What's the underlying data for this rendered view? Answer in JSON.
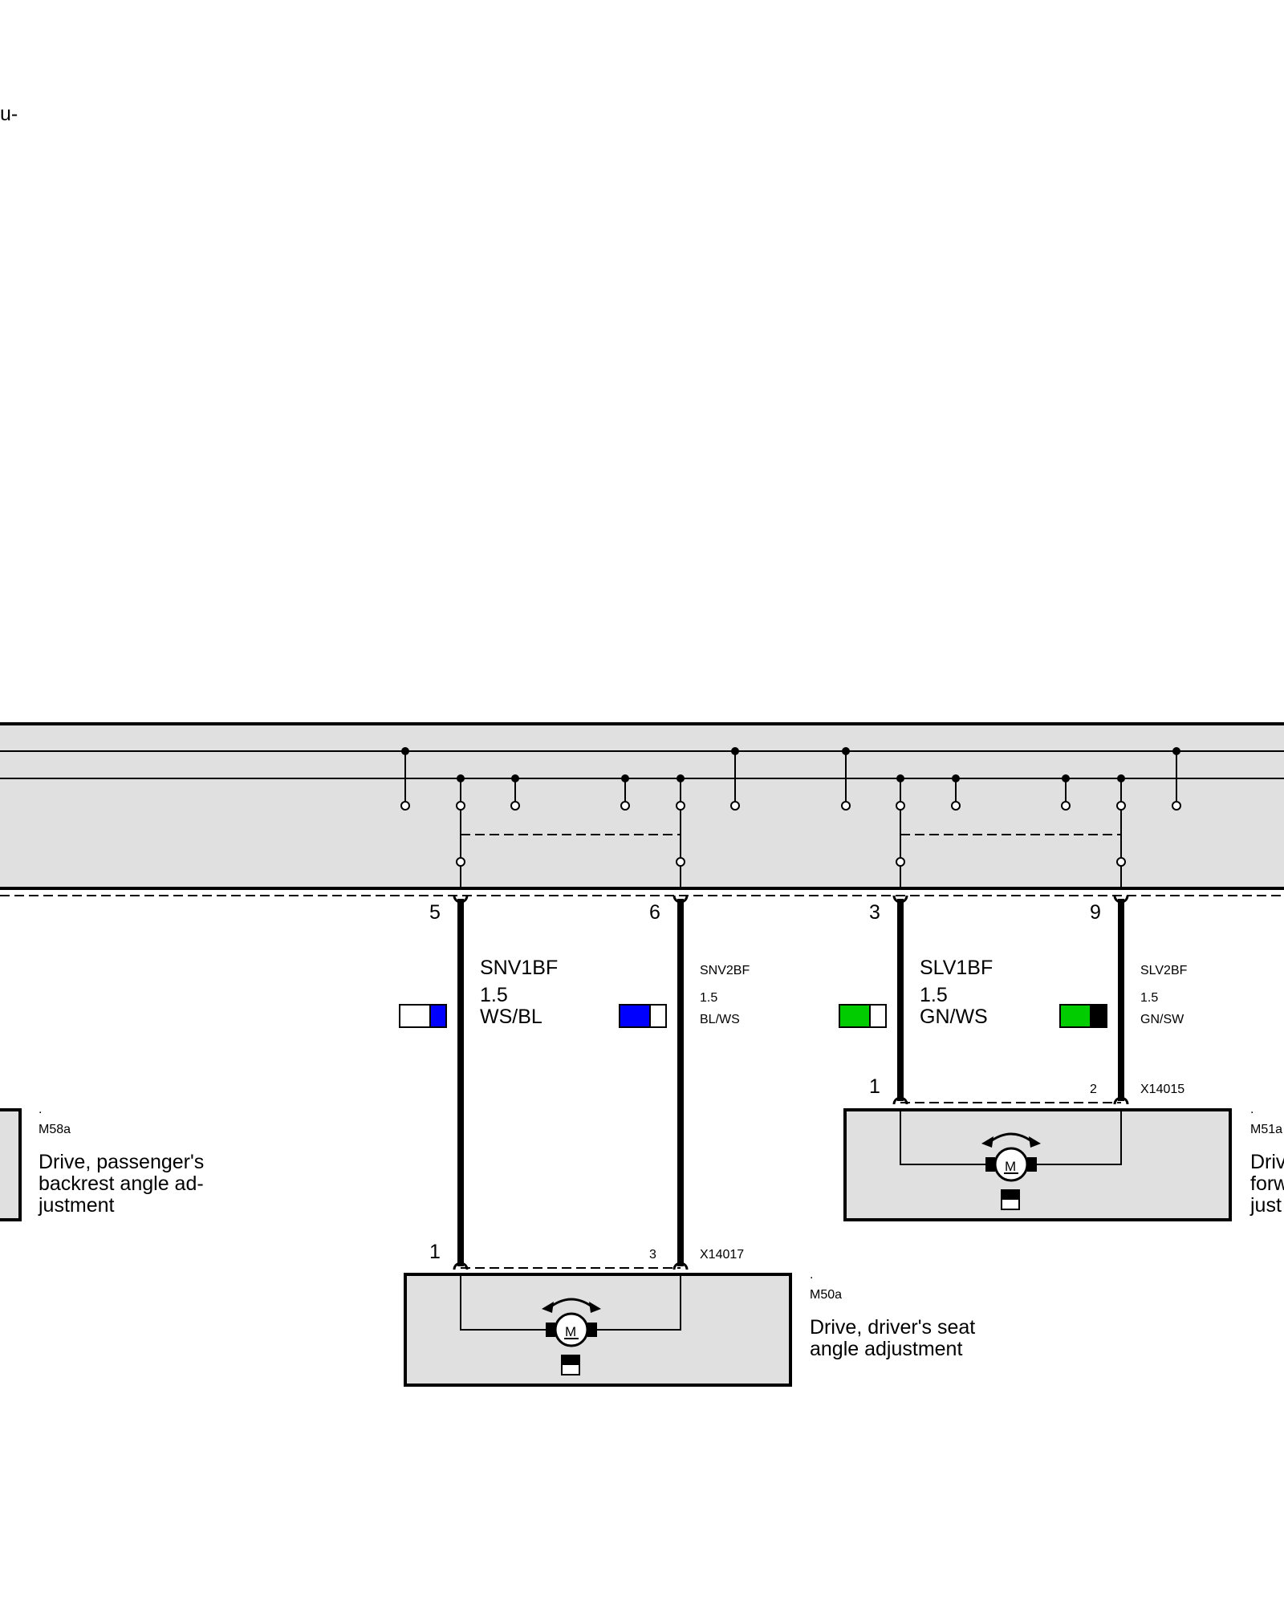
{
  "top_fragment": "u-",
  "module_wires": [
    {
      "pin": "5",
      "code": "SNV1BF",
      "size": "1.5",
      "color": "WS/BL",
      "swatch": [
        "#ffffff",
        "#0000ff"
      ],
      "emphasized": true
    },
    {
      "pin": "6",
      "code": "SNV2BF",
      "size": "1.5",
      "color": "BL/WS",
      "swatch": [
        "#0000ff",
        "#ffffff"
      ],
      "emphasized": false
    },
    {
      "pin": "3",
      "code": "SLV1BF",
      "size": "1.5",
      "color": "GN/WS",
      "swatch": [
        "#00cc00",
        "#ffffff"
      ],
      "emphasized": true
    },
    {
      "pin": "9",
      "code": "SLV2BF",
      "size": "1.5",
      "color": "GN/SW",
      "swatch": [
        "#00cc00",
        "#000000"
      ],
      "emphasized": false
    }
  ],
  "components": {
    "m58a": {
      "dot": ".",
      "id": "M58a",
      "lines": [
        "Drive, passenger's",
        "backrest angle ad-",
        "justment"
      ]
    },
    "m51a": {
      "dot": ".",
      "id": "M51a",
      "lines": [
        "Driv",
        "forw",
        "just"
      ],
      "connector": "X14015",
      "pin_a": "1",
      "pin_b": "2"
    },
    "m50a": {
      "dot": ".",
      "id": "M50a",
      "lines": [
        "Drive, driver's seat",
        "angle adjustment"
      ],
      "connector": "X14017",
      "pin_a": "1",
      "pin_b": "3"
    }
  },
  "motor_label": "M",
  "colors": {
    "module_fill": "#e0e0e0",
    "line": "#000000"
  }
}
